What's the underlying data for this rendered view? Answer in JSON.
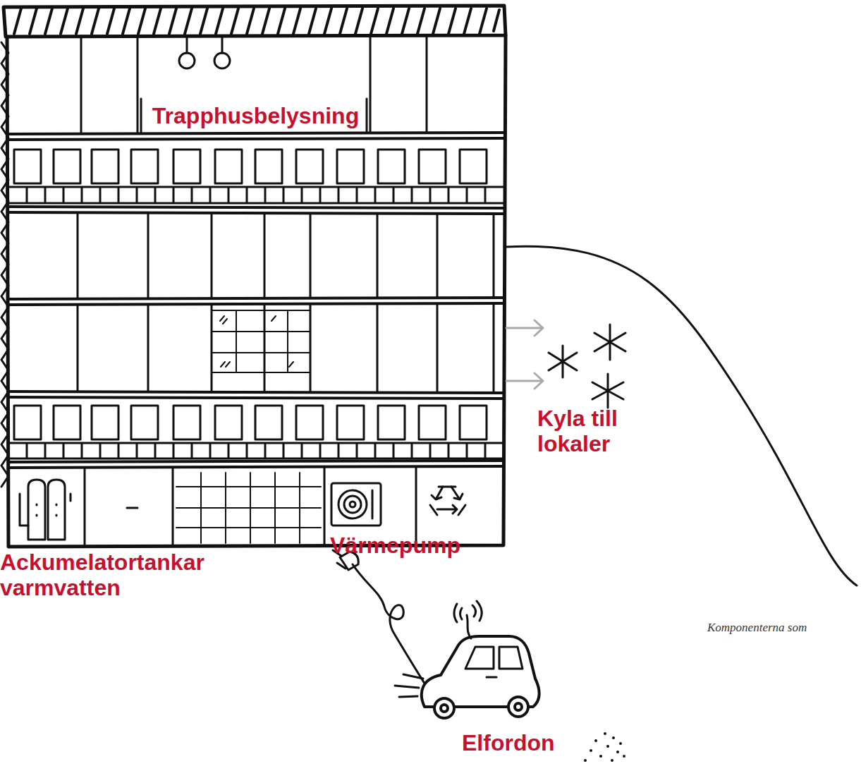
{
  "diagram": {
    "caption": "Komponenterna som",
    "labels": [
      "Trapphusbelysning",
      "Kyla till lokaler",
      "Ackumelatortankar varmvatten",
      "Värmepump",
      "Elfordon"
    ]
  }
}
